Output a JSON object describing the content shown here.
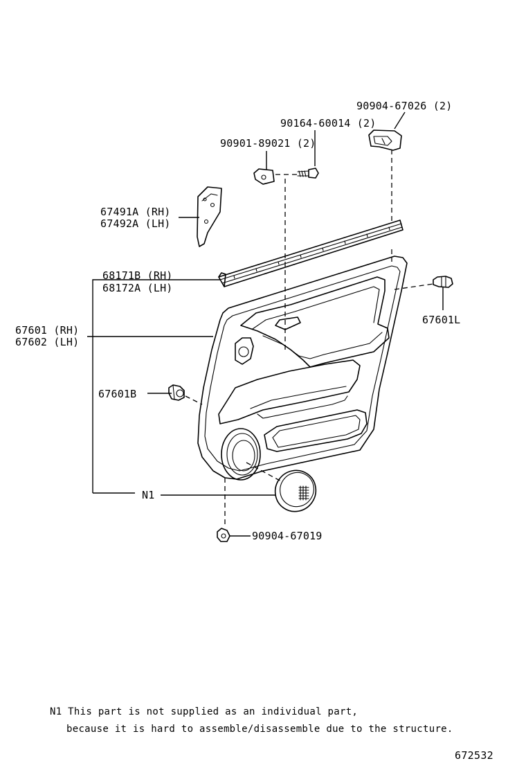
{
  "labels": {
    "p_90904_67026": "90904-67026 (2)",
    "p_90164_60014": "90164-60014 (2)",
    "p_90901_89021": "90901-89021 (2)",
    "p_67491A": "67491A (RH)",
    "p_67492A": "67492A (LH)",
    "p_68171B": "68171B (RH)",
    "p_68172A": "68172A (LH)",
    "p_67601L": "67601L",
    "p_67601": "67601 (RH)",
    "p_67602": "67602 (LH)",
    "p_67601B": "67601B",
    "p_N1": "N1",
    "p_90904_67019": "90904-67019"
  },
  "notes": {
    "n1_line1": "N1 This part is not supplied as an individual part,",
    "n1_line2": "because it is hard to assemble/disassemble due to the structure."
  },
  "figure_number": "672532"
}
